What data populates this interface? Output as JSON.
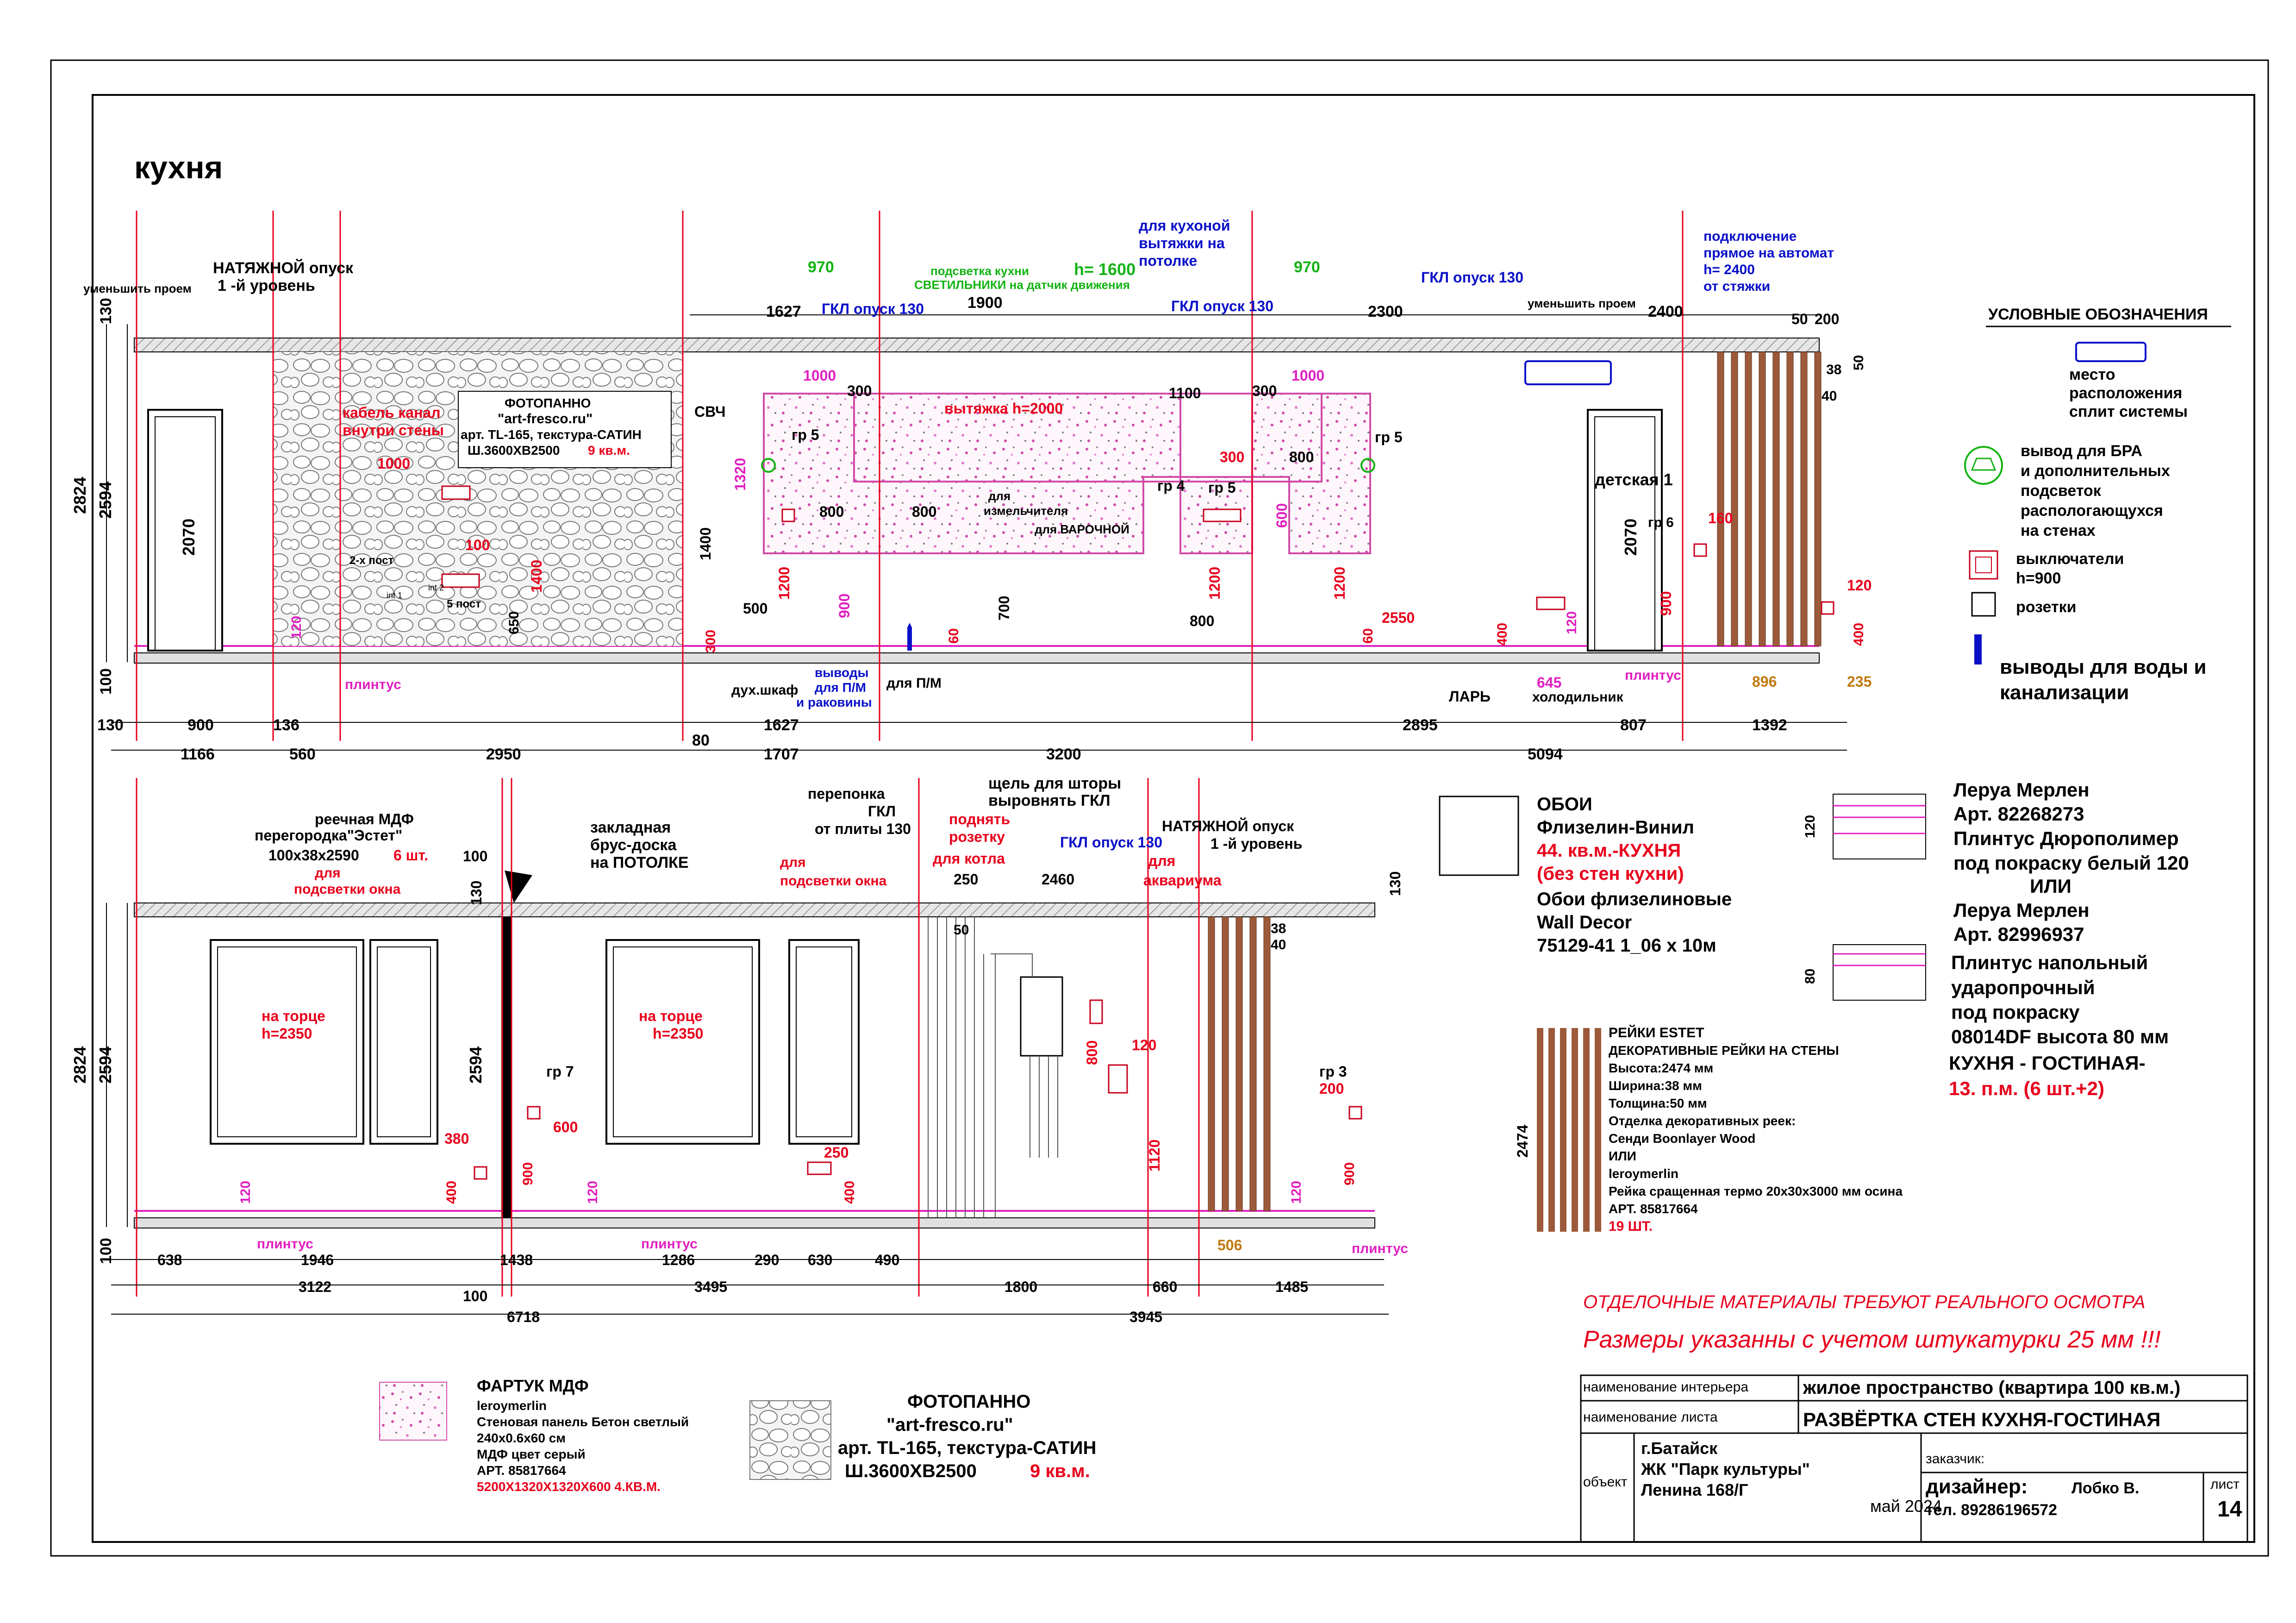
{
  "title": "кухня",
  "legend": {
    "heading": "УСЛОВНЫЕ ОБОЗНАЧЕНИЯ",
    "split": [
      "место",
      "расположения",
      "сплит системы"
    ],
    "bra": [
      "вывод для БРА",
      "и дополнительных",
      "подсветок",
      "распологающухся",
      "на стенах"
    ],
    "switch": [
      "выключатели",
      "h=900"
    ],
    "socket": "розетки",
    "water": [
      "выводы для воды и",
      "канализации"
    ]
  },
  "top": {
    "natyazhnoy": "НАТЯЖНОЙ опуск",
    "level1": "1 -й уровень",
    "umenshit": "уменьшить проем",
    "gkl130a": "ГКЛ опуск 130",
    "gkl130b": "ГКЛ опуск 130",
    "gkl130c": "ГКЛ опуск 130",
    "podsvetka": "подсветка кухни",
    "h1600": "h= 1600",
    "svetilniki": "СВЕТИЛЬНИКИ на датчик движения",
    "vytyazhka_note": [
      "для кухоной",
      "вытяжки на",
      "потолке"
    ],
    "avtomat_note": [
      "подключение",
      "прямое на автомат",
      "h= 2400",
      "от стяжки"
    ],
    "umenshit2": "уменьшить проем",
    "fotopanno": [
      "ФОТОПАННО",
      "\"art-fresco.ru\"",
      "арт. TL-165, текстура-САТИН",
      "Ш.3600ХВ2500"
    ],
    "kv9": "9 кв.м.",
    "kabel": [
      "кабель канал",
      "внутри стены"
    ],
    "post2": "2-х пост",
    "post5": "5 пост",
    "int1": "int 1",
    "int2": "int 2",
    "svch": "СВЧ",
    "gr5a": "гр 5",
    "gr5b": "гр 5",
    "gr4": "гр 4",
    "gr5c": "гр 5",
    "gr6": "гр 6",
    "vytyazhka": "вытяжка h=2000",
    "izmel": [
      "для",
      "измельчителя"
    ],
    "varochnoy": "для ВАРОЧНОЙ",
    "dukh": "дух.шкаф",
    "vyvody": [
      "выводы",
      "для П/М",
      "и раковины"
    ],
    "pm": "для П/М",
    "lar": "ЛАРЬ",
    "holod": "холодильник",
    "plintus": "плинтус",
    "detskaya": "детская 1",
    "dims": {
      "d130": "130",
      "d2824": "2824",
      "d2594": "2594",
      "d100": "100",
      "d2070": "2070",
      "d900": "900",
      "d136": "136",
      "d1166": "1166",
      "d560": "560",
      "d2950": "2950",
      "d80": "80",
      "d1627": "1627",
      "d1707": "1707",
      "d3200": "3200",
      "d2895": "2895",
      "d5094": "5094",
      "d807": "807",
      "d1392": "1392",
      "d970": "970",
      "d1900": "1900",
      "d2300": "2300",
      "d2400": "2400",
      "d50": "50",
      "d200": "200",
      "d38": "38",
      "d40": "40",
      "d1000": "1000",
      "d300": "300",
      "d1100": "1100",
      "d800": "800",
      "d1320": "1320",
      "d1400": "1400",
      "d1200": "1200",
      "d500": "500",
      "d700": "700",
      "d60": "60",
      "d600": "600",
      "d2550": "2550",
      "d400": "400",
      "d120": "120",
      "d160": "160",
      "d645": "645",
      "d896": "896",
      "d235": "235",
      "d650": "650",
      "d1627b": "1627"
    }
  },
  "bottom": {
    "reechnaya": [
      "реечная МДФ",
      "перегородка\"Эстет\"",
      "100х38х2590"
    ],
    "sht6": "6 шт.",
    "zakladnaya": [
      "закладная",
      "брус-доска",
      "на ПОТОЛКЕ"
    ],
    "dlya_podsvetki": [
      "для",
      "подсветки окна"
    ],
    "na_torce": [
      "на торце",
      "h=2350"
    ],
    "peremychka": [
      "перепонка",
      "ГКЛ",
      "от плиты 130"
    ],
    "shchel": [
      "щель для шторы",
      "выровнять ГКЛ"
    ],
    "podnyat": [
      "поднять",
      "розетку",
      "для котла"
    ],
    "akvarium": [
      "для",
      "аквариума"
    ],
    "gkl": "ГКЛ опуск 130",
    "natyazhnoy": "НАТЯЖНОЙ опуск",
    "level1": "1 -й уровень",
    "gr7": "гр 7",
    "gr3": "гр 3",
    "plintus": "плинтус",
    "dims": {
      "d100": "100",
      "d130": "130",
      "d2824": "2824",
      "d2594": "2594",
      "d2594b": "2594",
      "d380": "380",
      "d600": "600",
      "d400": "400",
      "d900": "900",
      "d120": "120",
      "d250": "250",
      "d800": "800",
      "d1120": "1120",
      "d200": "200",
      "d2460": "2460",
      "d50": "50",
      "d38": "38",
      "d40": "40",
      "d638": "638",
      "d1946": "1946",
      "d1438": "1438",
      "d1286": "1286",
      "d290": "290",
      "d630": "630",
      "d490": "490",
      "d3122": "3122",
      "d3495": "3495",
      "d6718": "6718",
      "d1800": "1800",
      "d660": "660",
      "d1485": "1485",
      "d3945": "3945",
      "d506": "506"
    }
  },
  "materials": {
    "oboi": [
      "ОБОИ",
      "Флизелин-Винил"
    ],
    "oboi_area": [
      "44. кв.м.-КУХНЯ",
      "(без стен кухни)"
    ],
    "oboi_desc": [
      "Обои флизелиновые",
      "Wall Decor",
      "75129-41 1_06 х 10м"
    ],
    "plintus_spec": [
      "Леруа Мерлен",
      "Арт. 82268273",
      "Плинтус  Дюрополимер",
      "под покраску белый 120",
      "ИЛИ",
      "Леруа Мерлен",
      "Арт. 82996937",
      "Плинтус напольный",
      "ударопрочный",
      "под покраску",
      "08014DF высота 80 мм",
      "КУХНЯ - ГОСТИНАЯ-"
    ],
    "plintus_qty": "13. п.м. (6 шт.+2)",
    "plintus_h120": "120",
    "plintus_h80": "80",
    "reiki": [
      "РЕЙКИ ESTET",
      "ДЕКОРАТИВНЫЕ РЕЙКИ НА СТЕНЫ",
      "Высота:2474 мм",
      "Ширина:38 мм",
      "Толщина:50 мм",
      "Отделка декоративных реек:",
      "Сенди Boonlayer Wood",
      "ИЛИ",
      "leroymerlin",
      "Рейка сращенная термо 20х30х3000 мм осина",
      "АРТ. 85817664"
    ],
    "reiki_qty": "19 ШТ.",
    "reiki_h": "2474",
    "fartuk": [
      "ФАРТУК МДФ",
      "leroymerlin",
      "Стеновая панель Бетон светлый",
      "240х0.6х60 см",
      "МДФ цвет серый",
      "АРТ. 85817664"
    ],
    "fartuk_size": "5200Х1320Х1320Х600 4.КВ.М.",
    "fotopanno": [
      "ФОТОПАННО",
      "\"art-fresco.ru\"",
      "арт. TL-165, текстура-САТИН",
      "Ш.3600ХВ2500"
    ],
    "fotopanno_area": "9 кв.м.",
    "note1": "ОТДЕЛОЧНЫЕ МАТЕРИАЛЫ ТРЕБУЮТ РЕАЛЬНОГО ОСМОТРА",
    "note2": "Размеры указанны  с учетом штукатурки 25 мм !!!"
  },
  "stamp": {
    "lbl_interior": "наименование интерьера",
    "val_interior": "жилое пространство (квартира 100 кв.м.)",
    "lbl_sheet": "наименование листа",
    "val_sheet": "РАЗВЁРТКА СТЕН КУХНЯ-ГОСТИНАЯ",
    "lbl_object": "объект",
    "object": [
      "г.Батайск",
      "ЖК \"Парк культуры\"",
      "Ленина 168/Г"
    ],
    "date": "май 2024",
    "lbl_client": "заказчик:",
    "designer_lbl": "дизайнер:",
    "designer": "Лобко В.",
    "phone": "тел. 89286196572",
    "lbl_list": "лист",
    "list": "14"
  },
  "colors": {
    "red": "#e8001c",
    "magenta": "#e020c0",
    "blue": "#0a10c8",
    "green": "#13b313",
    "brown": "#8b4a2b",
    "gold": "#c07a10"
  }
}
